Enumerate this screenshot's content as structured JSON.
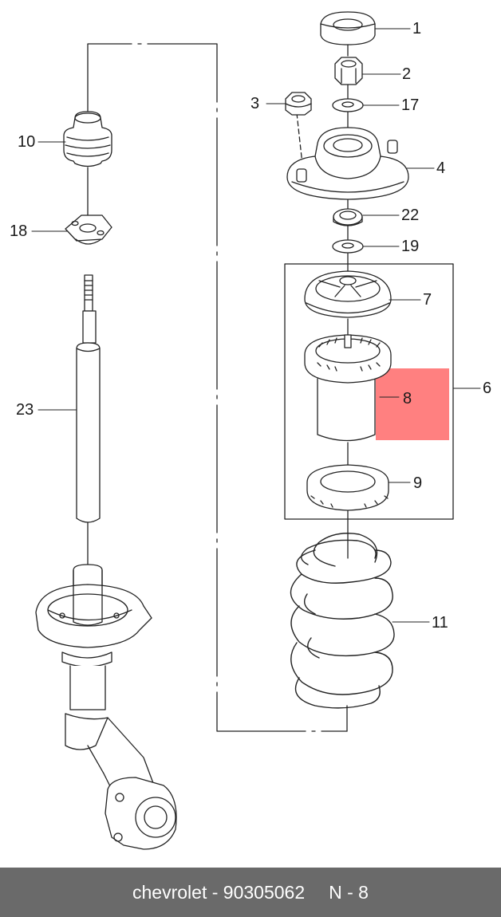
{
  "callouts": {
    "c1": "1",
    "c2": "2",
    "c3": "3",
    "c4": "4",
    "c6": "6",
    "c7": "7",
    "c8": "8",
    "c9": "9",
    "c10": "10",
    "c11": "11",
    "c17": "17",
    "c18": "18",
    "c19": "19",
    "c22": "22",
    "c23": "23"
  },
  "highlight": {
    "part": "8",
    "color": "#ff8080"
  },
  "footer": {
    "brand_part": "chevrolet - 90305062",
    "page": "N - 8"
  },
  "colors": {
    "line": "#222222",
    "footer_bg": "#6a6a6a"
  }
}
